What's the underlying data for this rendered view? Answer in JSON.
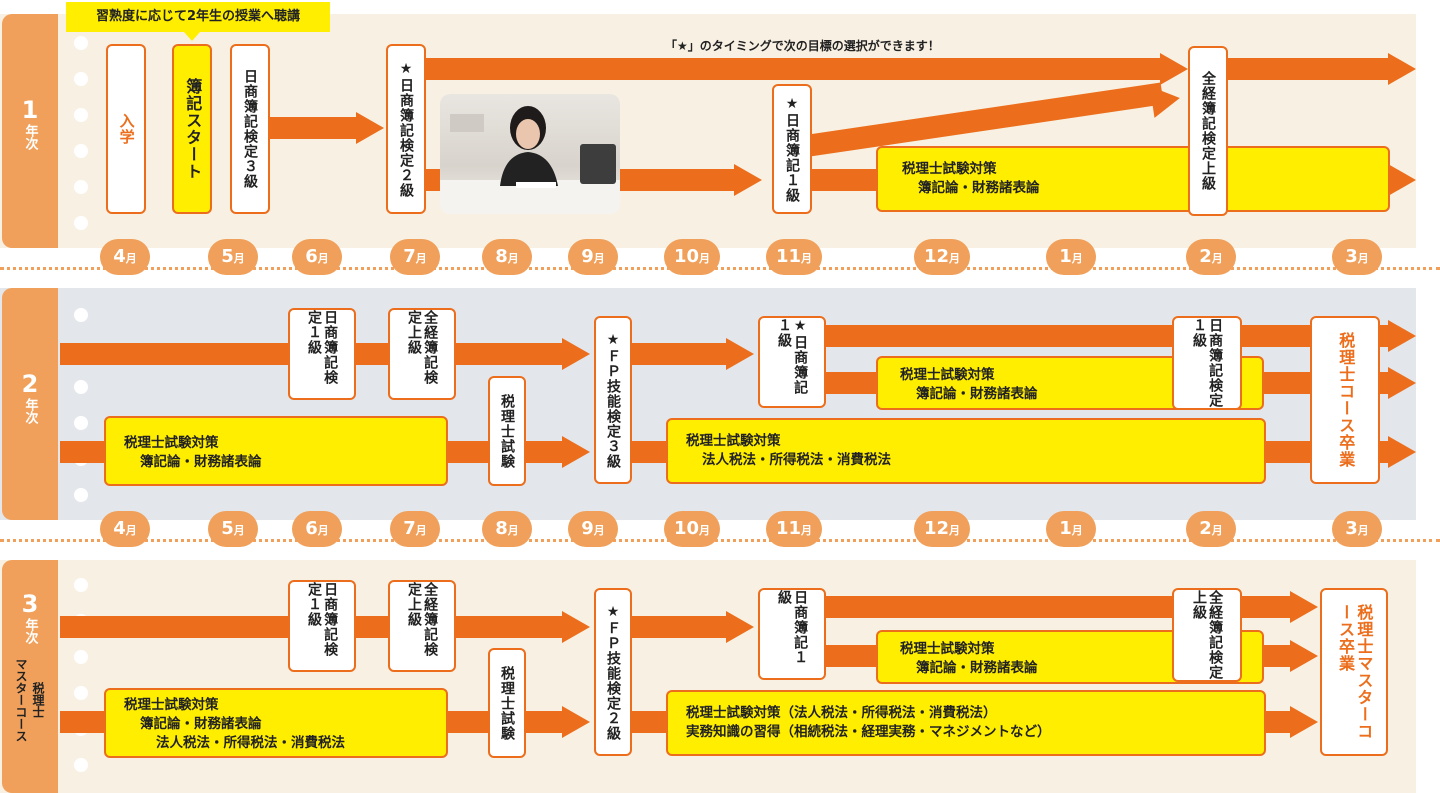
{
  "top_note": "習熟度に応じて2年生の授業へ聴講",
  "timing_note": "「★」のタイミングで次の目標の選択ができます！",
  "months": [
    "4",
    "5",
    "6",
    "7",
    "8",
    "9",
    "10",
    "11",
    "12",
    "1",
    "2",
    "3"
  ],
  "month_unit": "月",
  "years": {
    "y1": {
      "num": "1",
      "nen": "年次"
    },
    "y2": {
      "num": "2",
      "nen": "年次"
    },
    "y3": {
      "num": "3",
      "nen": "年次",
      "course": "税理士",
      "course2": "マスターコース"
    }
  },
  "row1": {
    "enter": "入学",
    "boki_start": "簿記スタート",
    "nissho3": "日商簿記検定３級",
    "nissho2": "★日商簿記検定２級",
    "nissho1": "★日商簿記１級",
    "zenkei": "全経簿記検定上級",
    "tax_title": "税理士試験対策",
    "tax_sub": "簿記論・財務諸表論"
  },
  "row2": {
    "nissho1": "日商簿記検定１級",
    "zenkei": "全経簿記検定上級",
    "zeirishi_exam": "税理士試験",
    "fp3": "★ＦＰ技能検定３級",
    "nissho1b": "★日商簿記１級",
    "nissho1c": "日商簿記検定１級",
    "graduate": "税理士コース卒業",
    "tax1_title": "税理士試験対策",
    "tax1_sub": "簿記論・財務諸表論",
    "tax2_title": "税理士試験対策",
    "tax2_sub": "簿記論・財務諸表論",
    "tax3_title": "税理士試験対策",
    "tax3_sub": "法人税法・所得税法・消費税法"
  },
  "row3": {
    "nissho1": "日商簿記検定１級",
    "zenkei": "全経簿記検定上級",
    "zeirishi_exam": "税理士試験",
    "fp2": "★ＦＰ技能検定２級",
    "nissho1b": "日商簿記１級",
    "zenkei2": "全経簿記検定上級",
    "graduate": "税理士マスターコース卒業",
    "tax1_title": "税理士試験対策",
    "tax1_sub": "簿記論・財務諸表論",
    "tax1_sub2": "法人税法・所得税法・消費税法",
    "tax2_title": "税理士試験対策",
    "tax2_sub": "簿記論・財務諸表論",
    "tax3_line1": "税理士試験対策（法人税法・所得税法・消費税法）",
    "tax3_line2": "実務知識の習得（相続税法・経理実務・マネジメントなど）"
  },
  "colors": {
    "orange": "#ec6e1c",
    "yellow": "#ffee00",
    "beige": "#f8f1e3",
    "gray": "#e3e6ea",
    "label": "#f0a05a"
  }
}
